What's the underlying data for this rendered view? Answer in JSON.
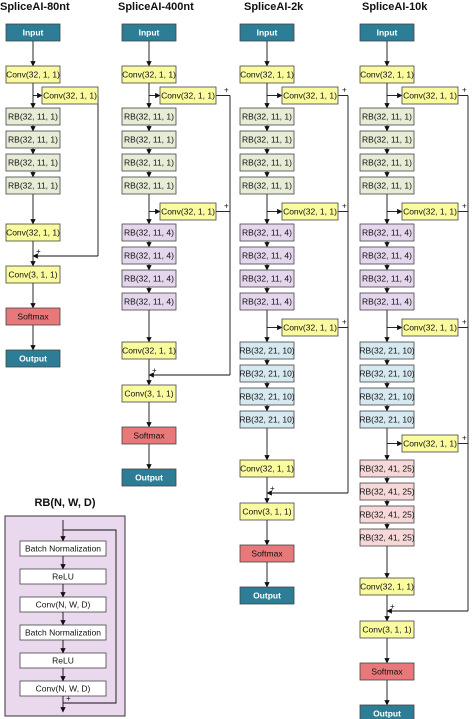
{
  "columns": [
    {
      "title": "SpliceAI-80nt",
      "blocks": [
        "Input",
        "Conv(32,  1,  1)",
        "Conv(32,  1,  1)",
        "RB(32,  11,  1)",
        "RB(32,  11,  1)",
        "RB(32,  11,  1)",
        "RB(32,  11,  1)",
        "Conv(32,  1,  1)",
        "Conv(3,  1,  1)",
        "Softmax",
        "Output"
      ]
    },
    {
      "title": "SpliceAI-400nt",
      "blocks": [
        "Input",
        "Conv(32,  1,  1)",
        "Conv(32,  1,  1)",
        "RB(32,  11,  1)",
        "RB(32,  11,  1)",
        "RB(32,  11,  1)",
        "RB(32,  11,  1)",
        "Conv(32,  1,  1)",
        "RB(32,  11,  4)",
        "RB(32,  11,  4)",
        "RB(32,  11,  4)",
        "RB(32,  11,  4)",
        "Conv(32,  1,  1)",
        "Conv(3,  1,  1)",
        "Softmax",
        "Output"
      ]
    },
    {
      "title": "SpliceAI-2k",
      "blocks": [
        "Input",
        "Conv(32,  1,  1)",
        "Conv(32,  1,  1)",
        "RB(32,  11,  1)",
        "RB(32,  11,  1)",
        "RB(32,  11,  1)",
        "RB(32,  11,  1)",
        "Conv(32,  1,  1)",
        "RB(32,  11,  4)",
        "RB(32,  11,  4)",
        "RB(32,  11,  4)",
        "RB(32,  11,  4)",
        "Conv(32,  1,  1)",
        "RB(32,  21,  10)",
        "RB(32,  21,  10)",
        "RB(32,  21,  10)",
        "RB(32,  21,  10)",
        "Conv(32,  1,  1)",
        "Conv(3,  1,  1)",
        "Softmax",
        "Output"
      ]
    },
    {
      "title": "SpliceAI-10k",
      "blocks": [
        "Input",
        "Conv(32,  1,  1)",
        "Conv(32,  1,  1)",
        "RB(32,  11,  1)",
        "RB(32,  11,  1)",
        "RB(32,  11,  1)",
        "RB(32,  11,  1)",
        "Conv(32,  1,  1)",
        "RB(32,  11,  4)",
        "RB(32,  11,  4)",
        "RB(32,  11,  4)",
        "RB(32,  11,  4)",
        "Conv(32,  1,  1)",
        "RB(32,  21,  10)",
        "RB(32,  21,  10)",
        "RB(32,  21,  10)",
        "RB(32,  21,  10)",
        "Conv(32,  1,  1)",
        "RB(32,  41,  25)",
        "RB(32,  41,  25)",
        "RB(32,  41,  25)",
        "RB(32,  41,  25)",
        "Conv(32,  1,  1)",
        "Conv(3,  1,  1)",
        "Softmax",
        "Output"
      ]
    }
  ],
  "rb_legend": {
    "title": "RB(N, W, D)",
    "layers": [
      "Batch Normalization",
      "ReLU",
      "Conv(N,  W,  D)",
      "Batch Normalization",
      "ReLU",
      "Conv(N,  W,  D)"
    ]
  },
  "plus_sign": "+",
  "colors": {
    "input_output": "#2e7d96",
    "conv": "#fafa9e",
    "rb_dil1": "#e6ecd6",
    "rb_dil4": "#e4d6ec",
    "rb_dil10": "#d6e8f0",
    "rb_dil25": "#f6d8d8",
    "softmax": "#e8787a",
    "legend_bg": "#ead9ee"
  }
}
